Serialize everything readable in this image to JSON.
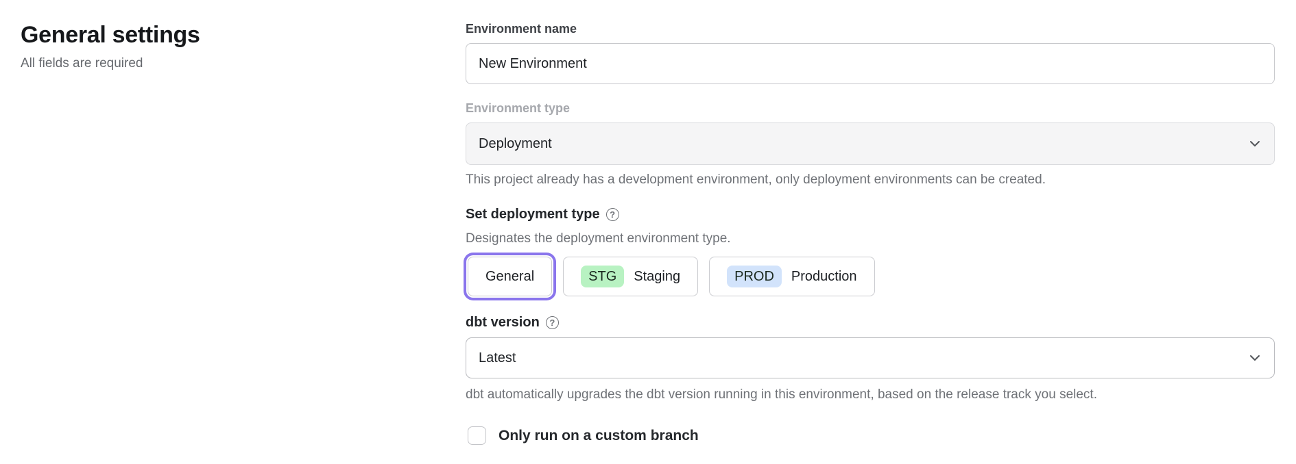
{
  "page": {
    "title": "General settings",
    "subtitle": "All fields are required"
  },
  "form": {
    "environment_name": {
      "label": "Environment name",
      "value": "New Environment"
    },
    "environment_type": {
      "label": "Environment type",
      "value": "Deployment",
      "state": "disabled",
      "helper": "This project already has a development environment, only deployment environments can be created."
    },
    "deployment_type": {
      "label": "Set deployment type",
      "help_icon": "question-circle",
      "helper": "Designates the deployment environment type.",
      "options": [
        {
          "label": "General",
          "selected": true
        },
        {
          "badge": "STG",
          "label": "Staging",
          "selected": false,
          "badge_color": "#b8f2c2"
        },
        {
          "badge": "PROD",
          "label": "Production",
          "selected": false,
          "badge_color": "#d2e3fb"
        }
      ]
    },
    "dbt_version": {
      "label": "dbt version",
      "help_icon": "question-circle",
      "value": "Latest",
      "helper": "dbt automatically upgrades the dbt version running in this environment, based on the release track you select."
    },
    "custom_branch": {
      "label": "Only run on a custom branch",
      "checked": false
    }
  },
  "icons": {
    "help_glyph": "?",
    "chevron_down": "chevron-down"
  },
  "colors": {
    "selected_ring": "#8a75ec",
    "stg_badge_bg": "#b8f2c2",
    "prod_badge_bg": "#d2e3fb",
    "disabled_field_bg": "#f5f5f6"
  }
}
